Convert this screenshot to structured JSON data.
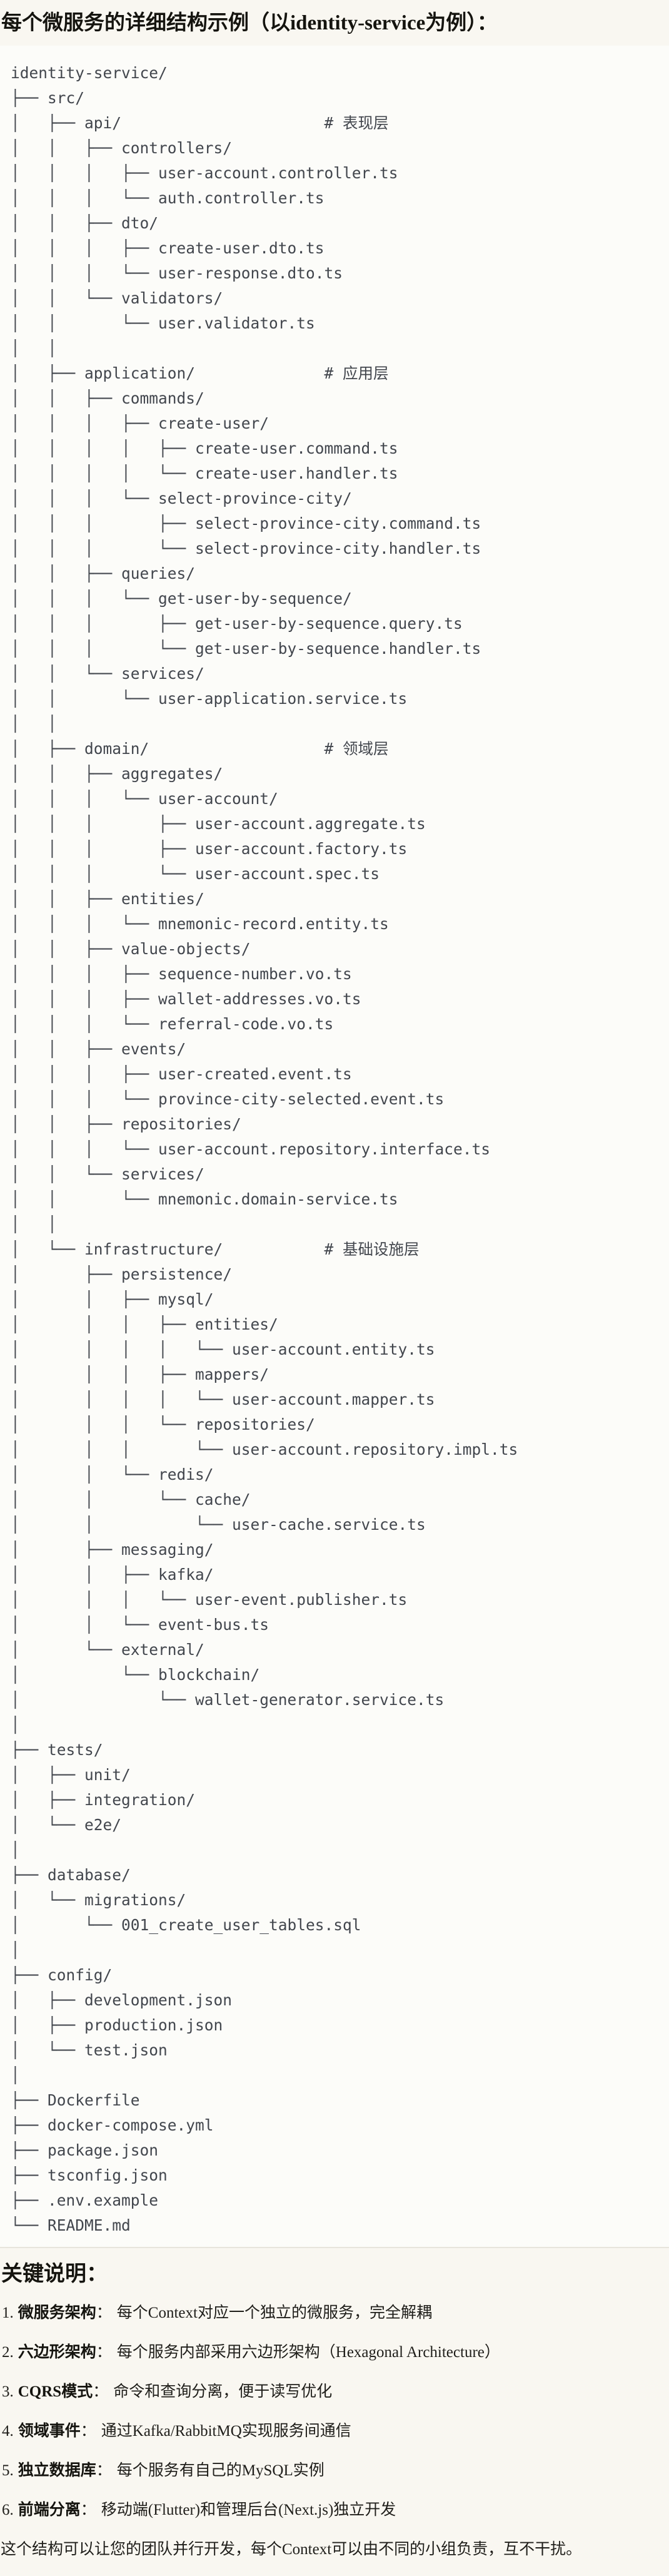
{
  "header": {
    "title": "每个微服务的详细结构示例（以identity-service为例）："
  },
  "code_block": {
    "language": "text",
    "tree_text": "identity-service/\n├── src/\n│   ├── api/                      # 表现层\n│   │   ├── controllers/\n│   │   │   ├── user-account.controller.ts\n│   │   │   └── auth.controller.ts\n│   │   ├── dto/\n│   │   │   ├── create-user.dto.ts\n│   │   │   └── user-response.dto.ts\n│   │   └── validators/\n│   │       └── user.validator.ts\n│   │\n│   ├── application/              # 应用层\n│   │   ├── commands/\n│   │   │   ├── create-user/\n│   │   │   │   ├── create-user.command.ts\n│   │   │   │   └── create-user.handler.ts\n│   │   │   └── select-province-city/\n│   │   │       ├── select-province-city.command.ts\n│   │   │       └── select-province-city.handler.ts\n│   │   ├── queries/\n│   │   │   └── get-user-by-sequence/\n│   │   │       ├── get-user-by-sequence.query.ts\n│   │   │       └── get-user-by-sequence.handler.ts\n│   │   └── services/\n│   │       └── user-application.service.ts\n│   │\n│   ├── domain/                   # 领域层\n│   │   ├── aggregates/\n│   │   │   └── user-account/\n│   │   │       ├── user-account.aggregate.ts\n│   │   │       ├── user-account.factory.ts\n│   │   │       └── user-account.spec.ts\n│   │   ├── entities/\n│   │   │   └── mnemonic-record.entity.ts\n│   │   ├── value-objects/\n│   │   │   ├── sequence-number.vo.ts\n│   │   │   ├── wallet-addresses.vo.ts\n│   │   │   └── referral-code.vo.ts\n│   │   ├── events/\n│   │   │   ├── user-created.event.ts\n│   │   │   └── province-city-selected.event.ts\n│   │   ├── repositories/\n│   │   │   └── user-account.repository.interface.ts\n│   │   └── services/\n│   │       └── mnemonic.domain-service.ts\n│   │\n│   └── infrastructure/           # 基础设施层\n│       ├── persistence/\n│       │   ├── mysql/\n│       │   │   ├── entities/\n│       │   │   │   └── user-account.entity.ts\n│       │   │   ├── mappers/\n│       │   │   │   └── user-account.mapper.ts\n│       │   │   └── repositories/\n│       │   │       └── user-account.repository.impl.ts\n│       │   └── redis/\n│       │       └── cache/\n│       │           └── user-cache.service.ts\n│       ├── messaging/\n│       │   ├── kafka/\n│       │   │   └── user-event.publisher.ts\n│       │   └── event-bus.ts\n│       └── external/\n│           └── blockchain/\n│               └── wallet-generator.service.ts\n│\n├── tests/\n│   ├── unit/\n│   ├── integration/\n│   └── e2e/\n│\n├── database/\n│   └── migrations/\n│       └── 001_create_user_tables.sql\n│\n├── config/\n│   ├── development.json\n│   ├── production.json\n│   └── test.json\n│\n├── Dockerfile\n├── docker-compose.yml\n├── package.json\n├── tsconfig.json\n├── .env.example\n└── README.md"
  },
  "notes": {
    "heading": "关键说明：",
    "items": [
      {
        "num": "1.",
        "label": "微服务架构",
        "sep": "：",
        "text": "每个Context对应一个独立的微服务，完全解耦"
      },
      {
        "num": "2.",
        "label": "六边形架构",
        "sep": "：",
        "text": "每个服务内部采用六边形架构（Hexagonal Architecture）"
      },
      {
        "num": "3.",
        "label": "CQRS模式",
        "sep": "：",
        "text": "命令和查询分离，便于读写优化"
      },
      {
        "num": "4.",
        "label": "领域事件",
        "sep": "：",
        "text": "通过Kafka/RabbitMQ实现服务间通信"
      },
      {
        "num": "5.",
        "label": "独立数据库",
        "sep": "：",
        "text": "每个服务有自己的MySQL实例"
      },
      {
        "num": "6.",
        "label": "前端分离",
        "sep": "：",
        "text": "移动端(Flutter)和管理后台(Next.js)独立开发"
      }
    ],
    "footer": "这个结构可以让您的团队并行开发，每个Context可以由不同的小组负责，互不干扰。"
  }
}
